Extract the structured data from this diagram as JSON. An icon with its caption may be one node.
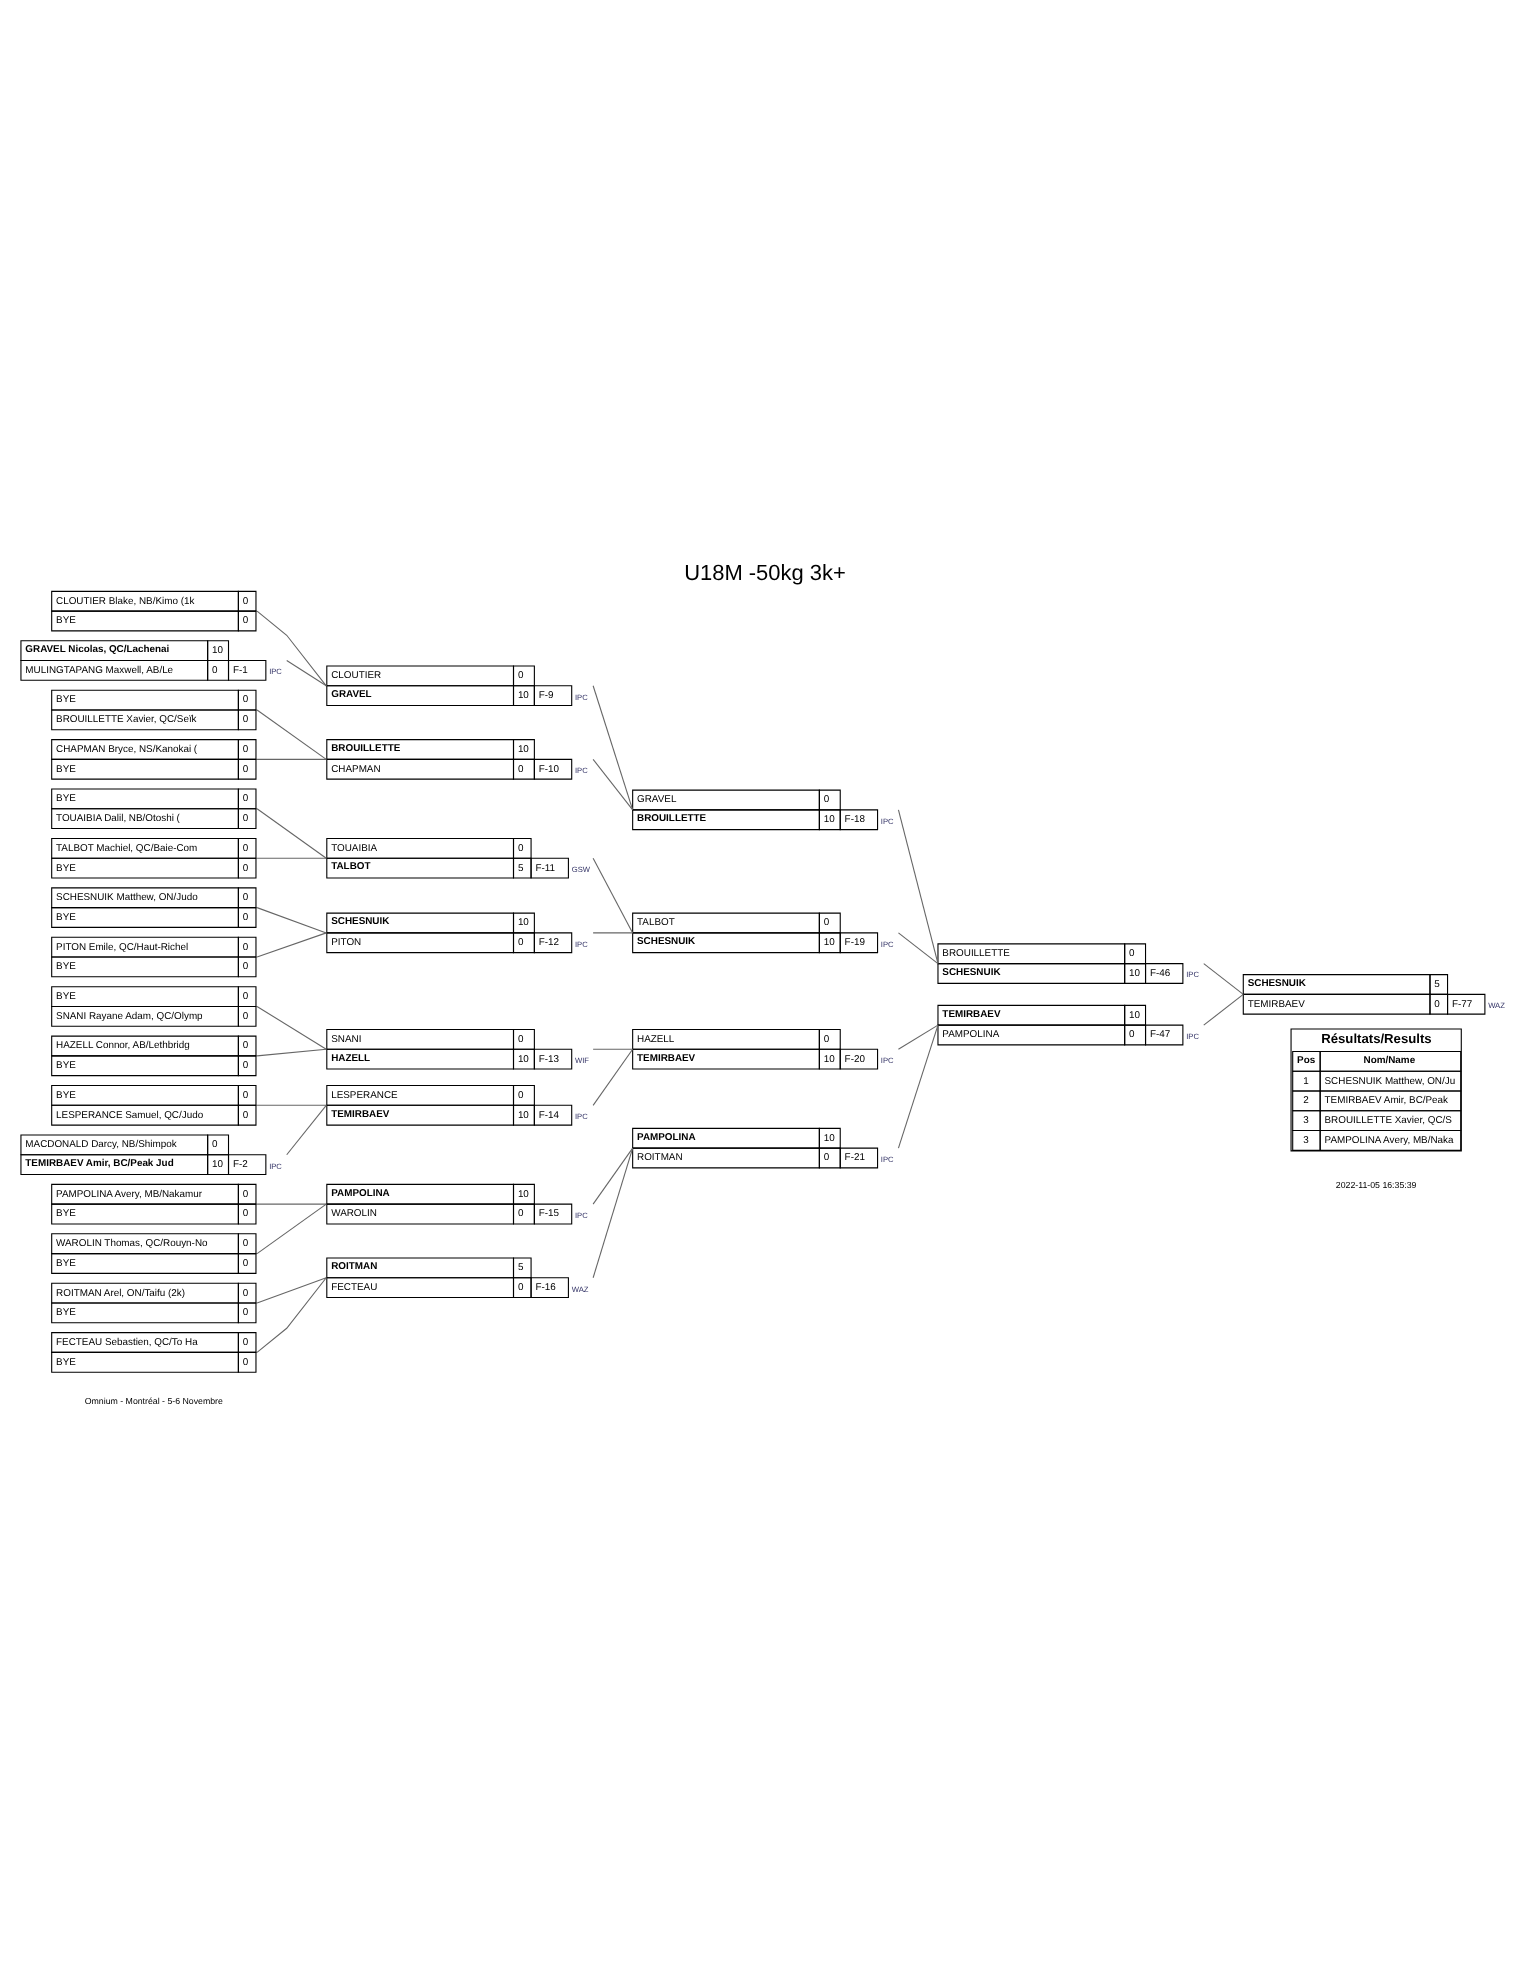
{
  "diagram": {
    "title": "U18M -50kg 3k+",
    "nodes": [
      {
        "text": [
          "CLOUTIER Blake, NB/Kimo (1k",
          "0",
          "BYE",
          "0"
        ]
      },
      {
        "text": [
          "GRAVEL Nicolas, QC/Lachenai",
          "10",
          "MULINGTAPANG Maxwell, AB/Le",
          "0",
          "F-1",
          "IPC"
        ]
      },
      {
        "text": [
          "BYE",
          "0",
          "BROUILLETTE Xavier, QC/Seïk",
          "0"
        ]
      },
      {
        "text": [
          "CHAPMAN Bryce, NS/Kanokai (",
          "0",
          "BYE",
          "0"
        ]
      },
      {
        "text": [
          "BYE",
          "0",
          "TOUAIBIA Dalil, NB/Otoshi (",
          "0"
        ]
      },
      {
        "text": [
          "TALBOT Machiel, QC/Baie-Com",
          "0",
          "BYE",
          "0"
        ]
      },
      {
        "text": [
          "SCHESNUIK Matthew, ON/Judo",
          "0",
          "BYE",
          "0"
        ]
      },
      {
        "text": [
          "PITON Emile, QC/Haut-Richel",
          "0",
          "BYE",
          "0"
        ]
      },
      {
        "text": [
          "BYE",
          "0",
          "SNANI Rayane Adam, QC/Olymp",
          "0"
        ]
      },
      {
        "text": [
          "HAZELL Connor, AB/Lethbridg",
          "0",
          "BYE",
          "0"
        ]
      },
      {
        "text": [
          "BYE",
          "0",
          "LESPERANCE Samuel, QC/Judo",
          "0"
        ]
      },
      {
        "text": [
          "MACDONALD Darcy, NB/Shimpok",
          "0",
          "TEMIRBAEV Amir, BC/Peak Jud",
          "10",
          "F-2",
          "IPC"
        ]
      },
      {
        "text": [
          "PAMPOLINA Avery, MB/Nakamur",
          "0",
          "BYE",
          "0"
        ]
      },
      {
        "text": [
          "WAROLIN Thomas, QC/Rouyn-No",
          "0",
          "BYE",
          "0"
        ]
      },
      {
        "text": [
          "ROITMAN Arel, ON/Taifu (2k)",
          "0",
          "BYE",
          "0"
        ]
      },
      {
        "text": [
          "FECTEAU Sebastien, QC/To Ha",
          "0",
          "BYE",
          "0"
        ]
      },
      {
        "text": [
          "CLOUTIER",
          "0",
          "GRAVEL",
          "10",
          "F-9",
          "IPC"
        ]
      },
      {
        "text": [
          "BROUILLETTE",
          "10",
          "CHAPMAN",
          "0",
          "F-10",
          "IPC"
        ]
      },
      {
        "text": [
          "TOUAIBIA",
          "0",
          "TALBOT",
          "5",
          "F-11",
          "GSW"
        ]
      },
      {
        "text": [
          "SCHESNUIK",
          "10",
          "PITON",
          "0",
          "F-12",
          "IPC"
        ]
      },
      {
        "text": [
          "SNANI",
          "0",
          "HAZELL",
          "10",
          "F-13",
          "WIF"
        ]
      },
      {
        "text": [
          "LESPERANCE",
          "0",
          "TEMIRBAEV",
          "10",
          "F-14",
          "IPC"
        ]
      },
      {
        "text": [
          "PAMPOLINA",
          "10",
          "WAROLIN",
          "0",
          "F-15",
          "IPC"
        ]
      },
      {
        "text": [
          "ROITMAN",
          "5",
          "FECTEAU",
          "0",
          "F-16",
          "WAZ"
        ]
      },
      {
        "text": [
          "GRAVEL",
          "0",
          "BROUILLETTE",
          "10",
          "F-18",
          "IPC"
        ]
      },
      {
        "text": [
          "TALBOT",
          "0",
          "SCHESNUIK",
          "10",
          "F-19",
          "IPC"
        ]
      },
      {
        "text": [
          "HAZELL",
          "0",
          "TEMIRBAEV",
          "10",
          "F-20",
          "IPC"
        ]
      },
      {
        "text": [
          "PAMPOLINA",
          "10",
          "ROITMAN",
          "0",
          "F-21",
          "IPC"
        ]
      },
      {
        "text": [
          "BROUILLETTE",
          "0",
          "SCHESNUIK",
          "10",
          "F-46",
          "IPC"
        ]
      },
      {
        "text": [
          "TEMIRBAEV",
          "10",
          "PAMPOLINA",
          "0",
          "F-47",
          "IPC"
        ]
      },
      {
        "text": [
          "SCHESNUIK",
          "5",
          "TEMIRBAEV",
          "0",
          "F-77",
          "WAZ"
        ]
      }
    ],
    "edges": [
      {
        "from": 0,
        "to": 16,
        "arrow": "none"
      },
      {
        "from": 1,
        "to": 16,
        "arrow": "none"
      },
      {
        "from": 2,
        "to": 17,
        "arrow": "none"
      },
      {
        "from": 3,
        "to": 17,
        "arrow": "none"
      },
      {
        "from": 4,
        "to": 18,
        "arrow": "none"
      },
      {
        "from": 5,
        "to": 18,
        "arrow": "none"
      },
      {
        "from": 6,
        "to": 19,
        "arrow": "none"
      },
      {
        "from": 7,
        "to": 19,
        "arrow": "none"
      },
      {
        "from": 8,
        "to": 20,
        "arrow": "none"
      },
      {
        "from": 9,
        "to": 20,
        "arrow": "none"
      },
      {
        "from": 10,
        "to": 21,
        "arrow": "none"
      },
      {
        "from": 11,
        "to": 21,
        "arrow": "none"
      },
      {
        "from": 12,
        "to": 22,
        "arrow": "none"
      },
      {
        "from": 13,
        "to": 22,
        "arrow": "none"
      },
      {
        "from": 14,
        "to": 23,
        "arrow": "none"
      },
      {
        "from": 15,
        "to": 23,
        "arrow": "none"
      },
      {
        "from": 16,
        "to": 24,
        "arrow": "none"
      },
      {
        "from": 17,
        "to": 24,
        "arrow": "none"
      },
      {
        "from": 18,
        "to": 25,
        "arrow": "none"
      },
      {
        "from": 19,
        "to": 25,
        "arrow": "none"
      },
      {
        "from": 20,
        "to": 26,
        "arrow": "none"
      },
      {
        "from": 21,
        "to": 26,
        "arrow": "none"
      },
      {
        "from": 22,
        "to": 27,
        "arrow": "none"
      },
      {
        "from": 23,
        "to": 27,
        "arrow": "none"
      },
      {
        "from": 24,
        "to": 28,
        "arrow": "none"
      },
      {
        "from": 25,
        "to": 28,
        "arrow": "none"
      },
      {
        "from": 26,
        "to": 29,
        "arrow": "none"
      },
      {
        "from": 27,
        "to": 29,
        "arrow": "none"
      },
      {
        "from": 28,
        "to": 30,
        "arrow": "none"
      },
      {
        "from": 29,
        "to": 30,
        "arrow": "none"
      }
    ],
    "labels": [
      "Résultats/Results",
      "Pos",
      "Nom/Name",
      "1",
      "SCHESNUIK Matthew, ON/Ju",
      "2",
      "TEMIRBAEV Amir, BC/Peak",
      "3",
      "BROUILLETTE Xavier, QC/S",
      "3",
      "PAMPOLINA Avery, MB/Naka",
      "Omnium - Montréal - 5-6 Novembre",
      "2022-11-05 16:35:39"
    ]
  }
}
